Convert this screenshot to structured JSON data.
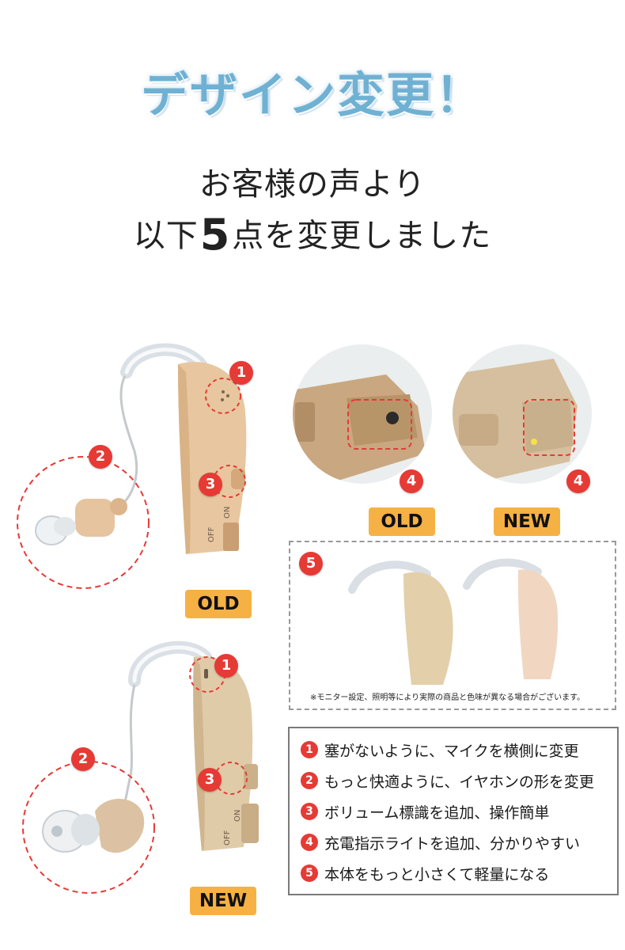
{
  "title": "デザイン変更！",
  "subtitle": {
    "line1": "お客様の声より",
    "line2_pre": "以下",
    "line2_num": "5",
    "line2_post": "点を変更しました"
  },
  "tags": {
    "old_top": "OLD",
    "new_top": "NEW",
    "old_left": "OLD",
    "new_left": "NEW"
  },
  "badges": [
    "1",
    "2",
    "3",
    "4",
    "5"
  ],
  "note": "※モニター設定、照明等により実際の商品と色味が異なる場合がございます。",
  "device_labels": {
    "off": "OFF",
    "on": "ON"
  },
  "changes": [
    {
      "num": "1",
      "text": "塞がないように、マイクを横側に変更"
    },
    {
      "num": "2",
      "text": "もっと快適ように、イヤホンの形を変更"
    },
    {
      "num": "3",
      "text": "ボリューム標識を追加、操作簡単"
    },
    {
      "num": "4",
      "text": "充電指示ライトを追加、分かりやすい"
    },
    {
      "num": "5",
      "text": "本体をもっと小さくて軽量になる"
    }
  ],
  "colors": {
    "title": "#6fb1d3",
    "badge": "#e63a35",
    "tag": "#f6b144",
    "skin": "#e6c9a6"
  }
}
